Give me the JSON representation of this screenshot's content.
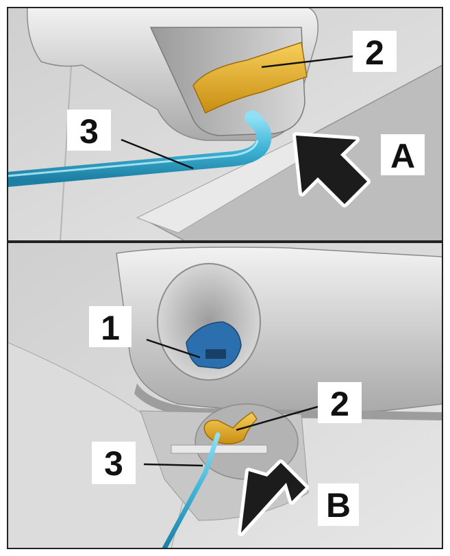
{
  "colors": {
    "frame": "#222222",
    "background": "#d6d6d6",
    "part_gray": "#c2c2c2",
    "clip_yellow": "#e3ad2a",
    "tool_cyan": "#3fb4d6",
    "plug_blue": "#2c6fae",
    "arrow": "#1c1c1c"
  },
  "top_panel": {
    "labels": {
      "tool": "3",
      "clip": "2",
      "direction": "A"
    }
  },
  "bottom_panel": {
    "labels": {
      "plug": "1",
      "clip": "2",
      "tool": "3",
      "direction": "B"
    }
  }
}
